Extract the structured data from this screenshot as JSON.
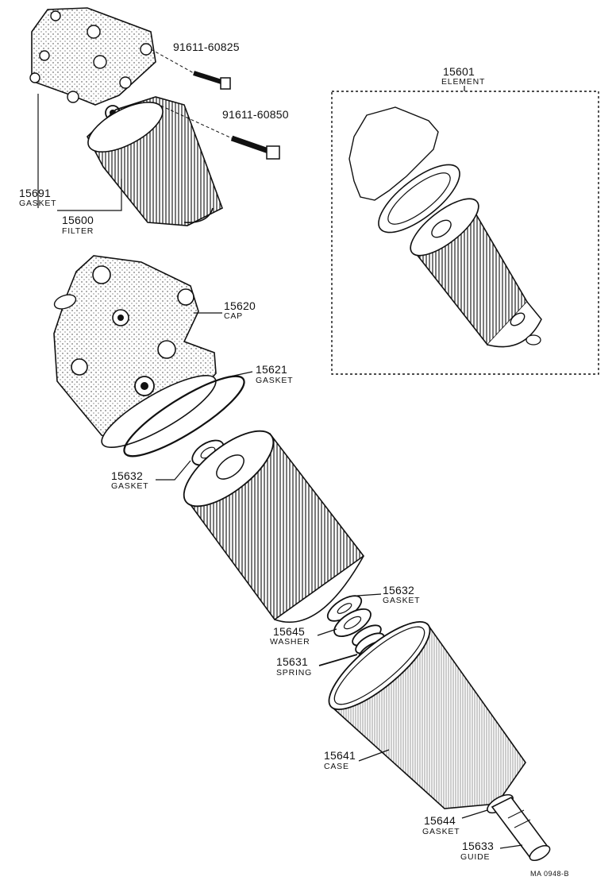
{
  "parts": [
    {
      "number": "91611-60825",
      "name": ""
    },
    {
      "number": "91611-60850",
      "name": ""
    },
    {
      "number": "15691",
      "name": "GASKET"
    },
    {
      "number": "15600",
      "name": "FILTER"
    },
    {
      "number": "15601",
      "name": "ELEMENT"
    },
    {
      "number": "15620",
      "name": "CAP"
    },
    {
      "number": "15621",
      "name": "GASKET"
    },
    {
      "number": "15632",
      "name": "GASKET"
    },
    {
      "number": "15632",
      "name": "GASKET"
    },
    {
      "number": "15645",
      "name": "WASHER"
    },
    {
      "number": "15631",
      "name": "SPRING"
    },
    {
      "number": "15641",
      "name": "CASE"
    },
    {
      "number": "15644",
      "name": "GASKET"
    },
    {
      "number": "15633",
      "name": "GUIDE"
    }
  ],
  "drawing_code": "MA 0948-B"
}
